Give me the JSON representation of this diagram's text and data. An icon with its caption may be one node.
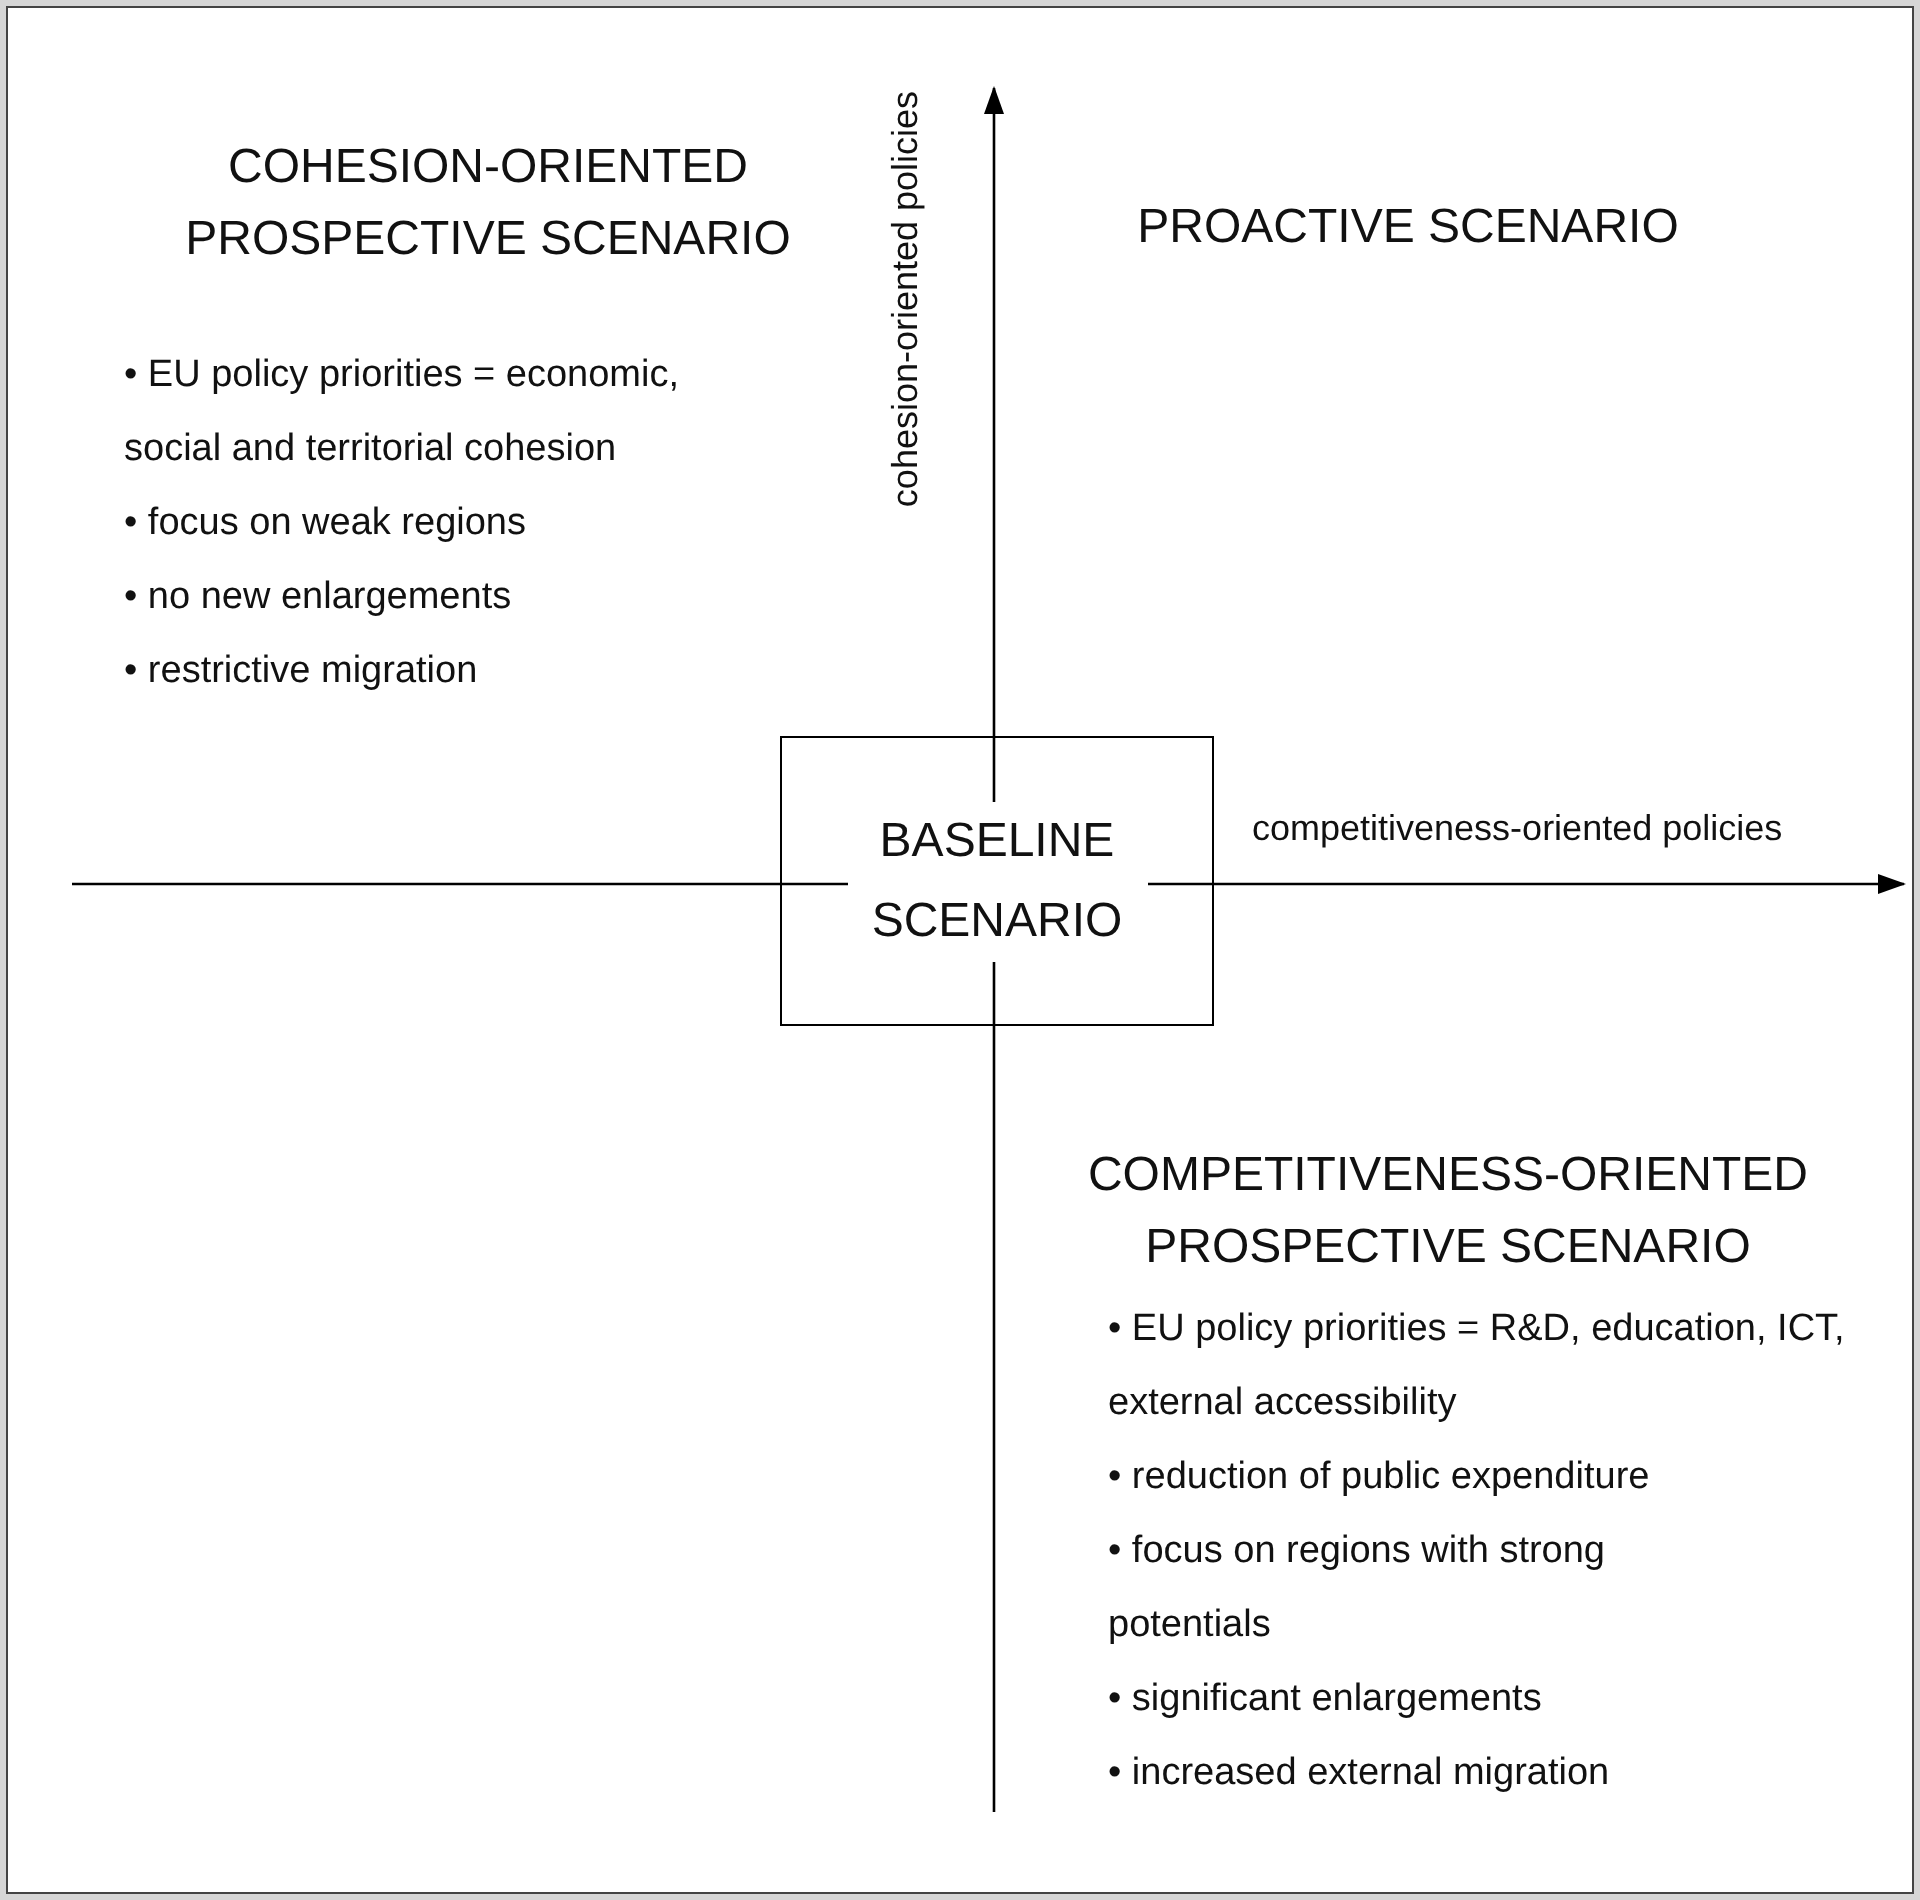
{
  "diagram": {
    "nodes": [
      {
        "text": [
          "BASELINE SCENARIO"
        ]
      }
    ],
    "edges": [],
    "labels": [
      "cohesion-oriented policies",
      "COHESION-ORIENTED PROSPECTIVE SCENARIO",
      "• EU policy priorities = economic, social and territorial cohesion",
      "• focus on weak regions",
      "• no new enlargements",
      "• restrictive migration",
      "PROACTIVE SCENARIO",
      "competitiveness-oriented policies",
      "COMPETITIVENESS-ORIENTED PROSPECTIVE SCENARIO",
      "• EU policy priorities = R&D, education, ICT, external accessibility",
      "• reduction of public expenditure",
      "• focus on regions with strong potentials",
      "• significant enlargements",
      "• increased external migration"
    ]
  }
}
